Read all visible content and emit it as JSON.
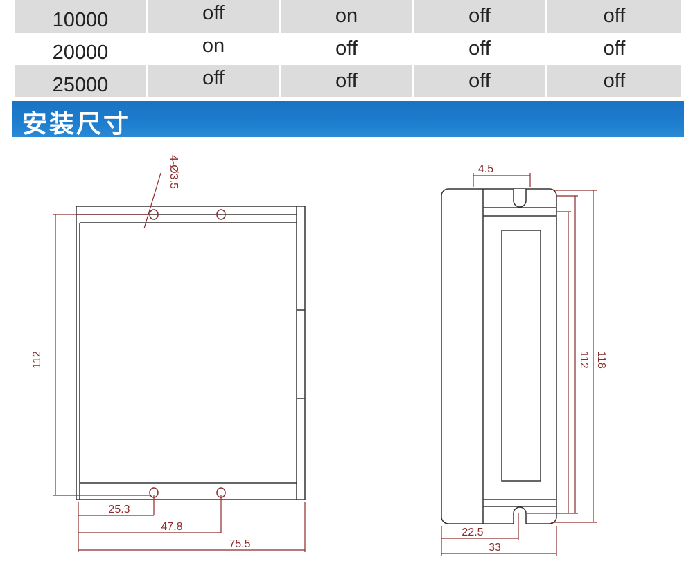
{
  "table": {
    "rows": [
      {
        "shade": true,
        "cells": [
          "10000",
          "off",
          "on",
          "off",
          "off"
        ]
      },
      {
        "shade": false,
        "cells": [
          "20000",
          "on",
          "off",
          "off",
          "off"
        ]
      },
      {
        "shade": true,
        "cells": [
          "25000",
          "off",
          "off",
          "off",
          "off"
        ]
      }
    ]
  },
  "section": {
    "title": "安装尺寸",
    "color": "#1d7dce"
  },
  "drawing": {
    "line_color": "#8b2a2a",
    "hole_label": "4-Ø3.5",
    "front": {
      "height_label": "112",
      "hole1_x_label": "25.3",
      "hole2_x_label": "47.8",
      "width_label": "75.5"
    },
    "side": {
      "top_label": "4.5",
      "height1_label": "112",
      "height2_label": "118",
      "slot_label": "22.5",
      "depth_label": "33"
    }
  }
}
